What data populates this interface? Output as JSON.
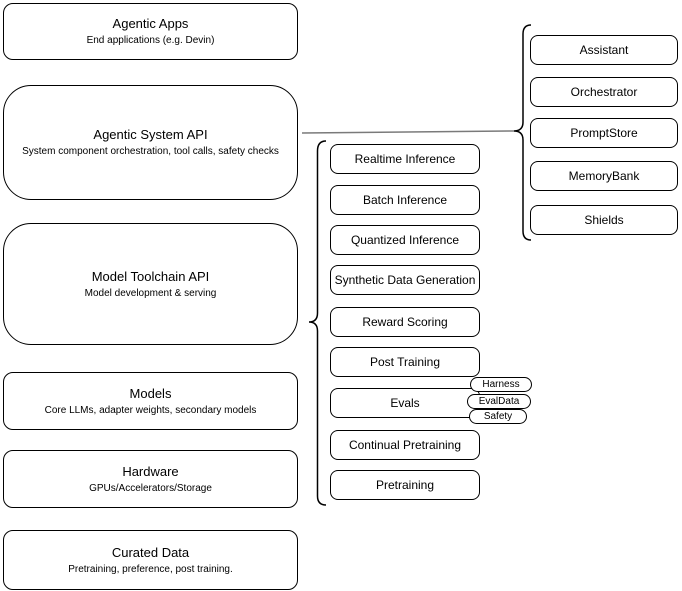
{
  "diagram": {
    "background": "#ffffff",
    "stroke_color": "#000000",
    "connector_color": "#7a7a7a",
    "stack": [
      {
        "title": "Agentic Apps",
        "subtitle": "End applications (e.g. Devin)"
      },
      {
        "title": "Agentic System API",
        "subtitle": "System component orchestration, tool calls, safety checks"
      },
      {
        "title": "Model Toolchain API",
        "subtitle": "Model development & serving"
      },
      {
        "title": "Models",
        "subtitle": "Core LLMs, adapter weights, secondary models"
      },
      {
        "title": "Hardware",
        "subtitle": "GPUs/Accelerators/Storage"
      },
      {
        "title": "Curated Data",
        "subtitle": "Pretraining, preference, post training."
      }
    ],
    "toolchain_items": [
      "Realtime Inference",
      "Batch Inference",
      "Quantized Inference",
      "Synthetic Data Generation",
      "Reward Scoring",
      "Post Training",
      "Evals",
      "Continual Pretraining",
      "Pretraining"
    ],
    "evals_tags": [
      "Harness",
      "EvalData",
      "Safety"
    ],
    "system_items": [
      "Assistant",
      "Orchestrator",
      "PromptStore",
      "MemoryBank",
      "Shields"
    ]
  }
}
